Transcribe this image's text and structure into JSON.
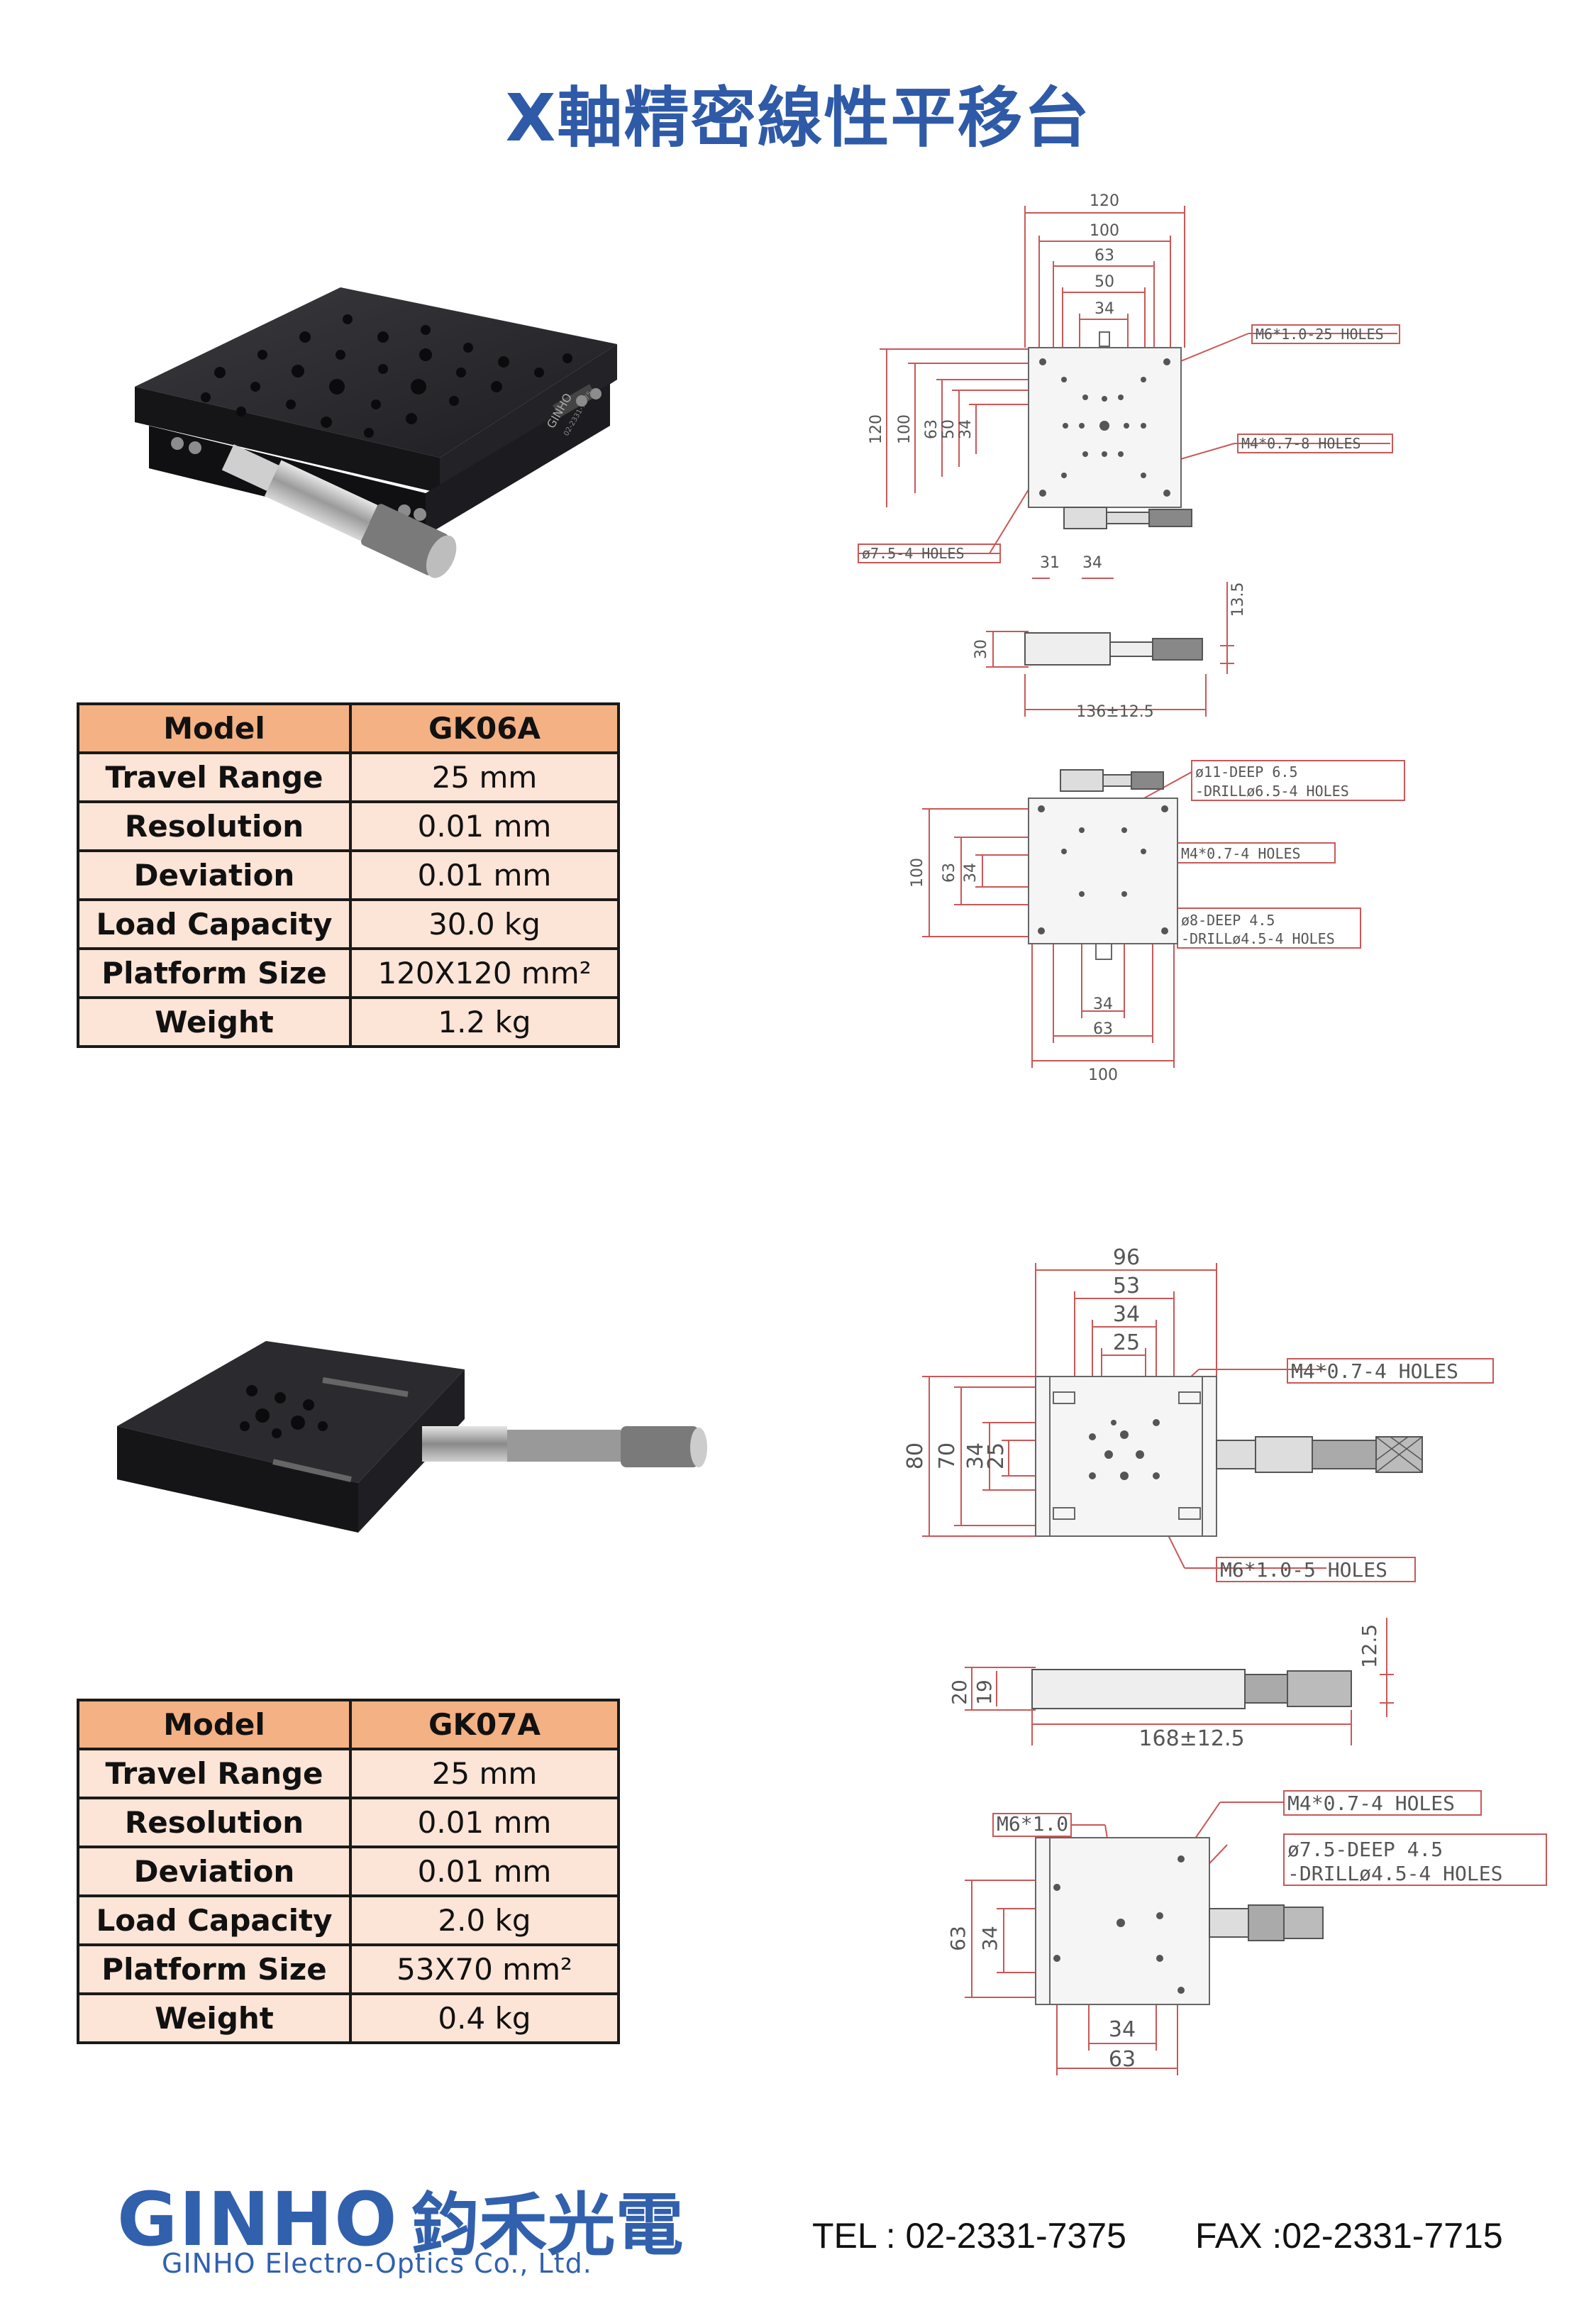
{
  "page": {
    "title": "X軸精密線性平移台"
  },
  "products": [
    {
      "specs": [
        {
          "label": "Model",
          "value": "GK06A"
        },
        {
          "label": "Travel Range",
          "value": "25 mm"
        },
        {
          "label": "Resolution",
          "value": "0.01 mm"
        },
        {
          "label": "Deviation",
          "value": "0.01 mm"
        },
        {
          "label": "Load Capacity",
          "value": "30.0 kg"
        },
        {
          "label": "Platform Size",
          "value": "120X120 mm²"
        },
        {
          "label": "Weight",
          "value": "1.2 kg"
        }
      ],
      "photo_text": {
        "brand": "GINHO",
        "phone": "02-2331-7375"
      },
      "drawing": {
        "top_dims": [
          "120",
          "100",
          "63",
          "50",
          "34"
        ],
        "side_dims": [
          "120",
          "100",
          "63",
          "50",
          "34"
        ],
        "bottom_dims": [
          "31",
          "34"
        ],
        "callouts": [
          "M6*1.0-25 HOLES",
          "M4*0.7-8 HOLES",
          "ø7.5-4 HOLES"
        ],
        "side_view": {
          "height": "30",
          "offset": "13.5",
          "length": "136±12.5"
        },
        "bottom_view": {
          "callouts": [
            "ø11-DEEP 6.5",
            "-DRILLø6.5-4 HOLES",
            "M4*0.7-4 HOLES",
            "ø8-DEEP 4.5",
            "-DRILLø4.5-4 HOLES"
          ],
          "side_dims": [
            "100",
            "63",
            "34"
          ],
          "bottom_dims": [
            "34",
            "63",
            "100"
          ]
        }
      }
    },
    {
      "specs": [
        {
          "label": "Model",
          "value": "GK07A"
        },
        {
          "label": "Travel Range",
          "value": "25 mm"
        },
        {
          "label": "Resolution",
          "value": "0.01 mm"
        },
        {
          "label": "Deviation",
          "value": "0.01 mm"
        },
        {
          "label": "Load Capacity",
          "value": "2.0 kg"
        },
        {
          "label": "Platform Size",
          "value": "53X70 mm²"
        },
        {
          "label": "Weight",
          "value": "0.4 kg"
        }
      ],
      "drawing": {
        "top_dims": [
          "96",
          "53",
          "34",
          "25"
        ],
        "side_dims": [
          "80",
          "70",
          "34",
          "25"
        ],
        "callouts": [
          "M4*0.7-4 HOLES",
          "M6*1.0-5 HOLES"
        ],
        "side_view": {
          "height_outer": "20",
          "height_inner": "19",
          "offset": "12.5",
          "length": "168±12.5"
        },
        "bottom_view": {
          "label_left": "M6*1.0",
          "callouts": [
            "M4*0.7-4 HOLES",
            "ø7.5-DEEP 4.5",
            "-DRILLø4.5-4 HOLES"
          ],
          "side_dims": [
            "63",
            "34"
          ],
          "bottom_dims": [
            "34",
            "63"
          ]
        }
      }
    }
  ],
  "footer": {
    "brand": "GINHO",
    "brand_cn": "鈞禾光電",
    "company": "GINHO Electro-Optics Co., Ltd.",
    "tel": "TEL : 02-2331-7375",
    "fax": "FAX :02-2331-7715"
  }
}
